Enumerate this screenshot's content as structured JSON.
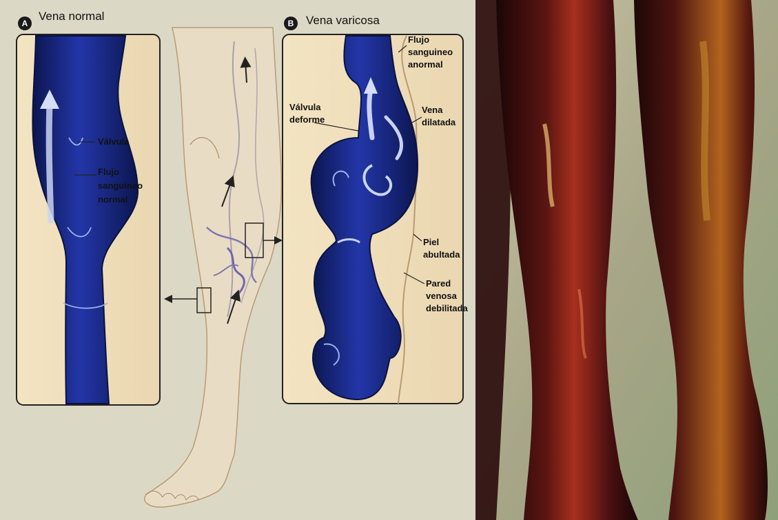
{
  "panel_a": {
    "badge": "A",
    "title": "Vena normal",
    "labels": {
      "valve": "Válvula",
      "flow_1": "Flujo",
      "flow_2": "sanguineo",
      "flow_3": "normal"
    }
  },
  "panel_b": {
    "badge": "B",
    "title": "Vena varicosa",
    "labels": {
      "abnormal_flow_1": "Flujo",
      "abnormal_flow_2": "sanguineo",
      "abnormal_flow_3": "anormal",
      "deformed_valve_1": "Válvula",
      "deformed_valve_2": "deforme",
      "dilated_vein_1": "Vena",
      "dilated_vein_2": "dilatada",
      "bulging_skin_1": "Piel",
      "bulging_skin_2": "abultada",
      "weak_wall_1": "Pared",
      "weak_wall_2": "venosa",
      "weak_wall_3": "debilitada"
    }
  },
  "colors": {
    "background": "#dcd8c6",
    "panel_fill": "#efe1c0",
    "vein": "#1f2f8c",
    "vein_dark": "#0c1650",
    "skin": "#e9dcc4",
    "photo_dark": "#3a0f10"
  }
}
